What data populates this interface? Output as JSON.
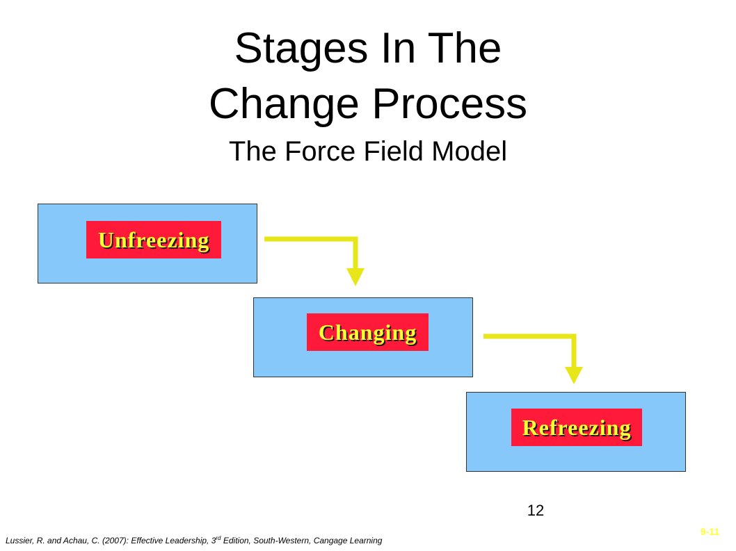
{
  "title": {
    "line1": "Stages In The",
    "line2": "Change Process",
    "subtitle": "The Force Field Model"
  },
  "stages": [
    {
      "label": "Unfreezing"
    },
    {
      "label": "Changing"
    },
    {
      "label": "Refreezing"
    }
  ],
  "colors": {
    "box_fill": "#87c8fb",
    "label_fill": "#ff1a3a",
    "label_text": "#ffff33",
    "arrow": "#e6e619"
  },
  "page_number": "12",
  "citation": {
    "before": "Lussier, R. and Achau, C. (2007): Effective Leadership, 3",
    "sup": "rd",
    "after": " Edition, South-Western, Cangage Learning"
  },
  "slide_code": "9-11"
}
